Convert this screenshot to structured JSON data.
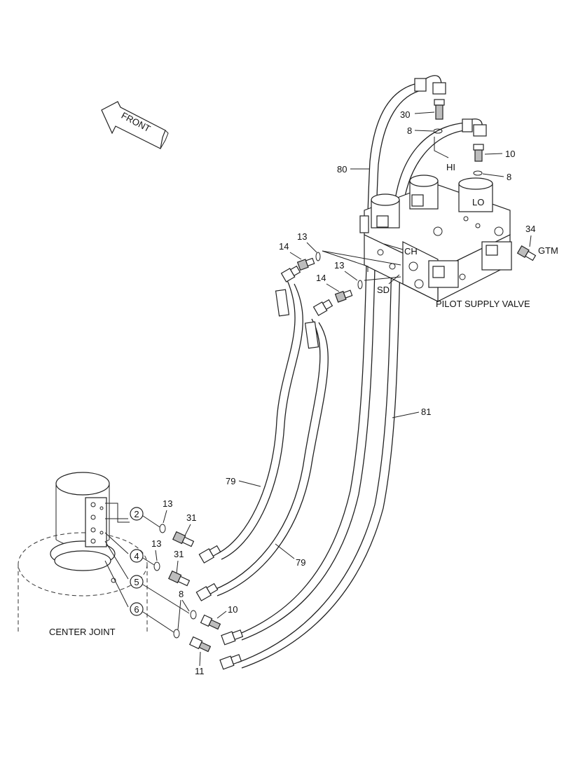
{
  "diagram": {
    "front_label": "FRONT",
    "center_joint_label": "CENTER JOINT",
    "pilot_valve_label": "PILOT SUPPLY VALVE",
    "port_labels": {
      "hi": "HI",
      "lo": "LO",
      "ch": "CH",
      "sd": "SD",
      "gtm": "GTM"
    },
    "callouts": [
      {
        "id": "c80",
        "text": "80"
      },
      {
        "id": "c30",
        "text": "30"
      },
      {
        "id": "c8a",
        "text": "8"
      },
      {
        "id": "c10a",
        "text": "10"
      },
      {
        "id": "c8b",
        "text": "8"
      },
      {
        "id": "c34",
        "text": "34"
      },
      {
        "id": "c13a",
        "text": "13"
      },
      {
        "id": "c14a",
        "text": "14"
      },
      {
        "id": "c13b",
        "text": "13"
      },
      {
        "id": "c14b",
        "text": "14"
      },
      {
        "id": "c81",
        "text": "81"
      },
      {
        "id": "c79a",
        "text": "79"
      },
      {
        "id": "c79b",
        "text": "79"
      },
      {
        "id": "c13c",
        "text": "13"
      },
      {
        "id": "c31a",
        "text": "31"
      },
      {
        "id": "c13d",
        "text": "13"
      },
      {
        "id": "c31b",
        "text": "31"
      },
      {
        "id": "c8c",
        "text": "8"
      },
      {
        "id": "c10b",
        "text": "10"
      },
      {
        "id": "c11",
        "text": "11"
      }
    ],
    "port_circles": [
      {
        "id": "p2",
        "text": "2"
      },
      {
        "id": "p4",
        "text": "4"
      },
      {
        "id": "p5",
        "text": "5"
      },
      {
        "id": "p6",
        "text": "6"
      }
    ]
  }
}
